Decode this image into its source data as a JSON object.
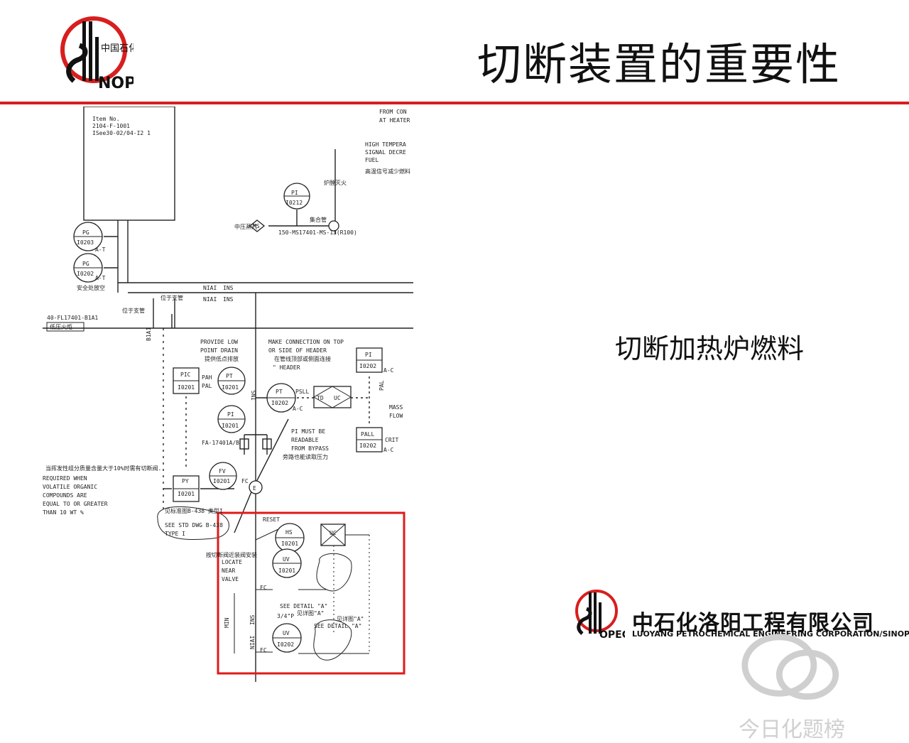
{
  "header": {
    "title": "切断装置的重要性",
    "accent_color": "#d81e1e"
  },
  "logo": {
    "brand": "SINOPEC",
    "brand_cn": "中国石化"
  },
  "body": {
    "subtitle": "切断加热炉燃料"
  },
  "footer": {
    "company_cn": "中石化洛阳工程有限公司",
    "company_en": "LUOYANG PETROCHEMICAL ENGINEERING CORPORATION/SINOPEC",
    "watermark": "今日化题榜"
  },
  "diagram": {
    "item_text": [
      "Item No.",
      "2104-F-1001",
      "ISee30-02/04-I2 1"
    ],
    "top_right_notes": [
      "FROM CON",
      "AT HEATER",
      "HIGH TEMPERA",
      "SIGNAL DECRE",
      "FUEL",
      "高温信号减少燃料"
    ],
    "pi_0212": [
      "PI",
      "I0212"
    ],
    "collect_pipe": "集合管",
    "side_cn": "炉膛灭火",
    "mp_steam": "中压蒸汽",
    "ms": "MS",
    "line_150": "150-MS17401-MS-13(R100)",
    "pg_0203": [
      "PG",
      "I0203"
    ],
    "pg_0202": [
      "PG",
      "I0202"
    ],
    "at_label": "A-T",
    "safety_cn": "安全处放空",
    "niai_ins": [
      "NIAI",
      "INS"
    ],
    "loc_cn": "位于支管",
    "line_40": "40-FL17401-B1A1",
    "fuel_box": "低压火炬",
    "b1a1": "B1A1",
    "low_drain": [
      "PROVIDE LOW",
      "POINT DRAIN",
      "提供低点排放"
    ],
    "make_conn": [
      "MAKE CONNECTION ON TOP",
      "OR SIDE OF HEADER",
      "在管线顶部或侧面连接",
      "\" HEADER"
    ],
    "pic": [
      "PIC",
      "I0201"
    ],
    "pah_pal": [
      "PAH",
      "PAL"
    ],
    "pt_0201": [
      "PT",
      "I0201"
    ],
    "pt_0202": [
      "PT",
      "I0202"
    ],
    "psll": "PSLL",
    "ac": "A-C",
    "td_uc": [
      "TD",
      "UC"
    ],
    "pi_0202": [
      "PI",
      "I0202"
    ],
    "pal": "PAL",
    "mass_flow": [
      "MASS",
      "FLOW"
    ],
    "pi_0201": [
      "PI",
      "I0201"
    ],
    "pi_note": [
      "PI MUST BE",
      "READABLE",
      "FROM BYPASS",
      "旁路也能读取压力"
    ],
    "pall": [
      "PALL",
      "I0202",
      "CRIT"
    ],
    "fa_label": "FA-17401A/B",
    "voc_cn": "当挥发性组分质量含量大于10%时需有切断阀.",
    "voc_en": [
      "REQUIRED WHEN",
      "VOLATILE ORGANIC",
      "COMPOUNDS ARE",
      "EQUAL TO OR GREATER",
      "THAN 10 WT %"
    ],
    "py": [
      "PY",
      "I0201"
    ],
    "fv": [
      "FV",
      "I0201"
    ],
    "fc": "FC",
    "e_label": "E",
    "std_cn": "见标准图B-438 类型I",
    "std_en": [
      "SEE STD DWG B-438",
      "TYPE I"
    ],
    "reset": "RESET",
    "hs": [
      "HS",
      "I0201"
    ],
    "uc2": "UC",
    "locate_cn": "按切断阀近装阀安装",
    "locate_en": [
      "LOCATE",
      "NEAR",
      "VALVE"
    ],
    "uv1": [
      "UV",
      "I0201"
    ],
    "uv2": [
      "UV",
      "I0202"
    ],
    "detail_a": [
      "SEE DETAIL \"A\"",
      "见详图\"A\""
    ],
    "detail_a2": [
      "见详图\"A\"",
      "SEE DETAIL \"A\""
    ],
    "p34": "3/4\"P",
    "min": "MIN",
    "ins": "INS",
    "niai": "NIAI",
    "highlight_color": "#e01a1a"
  }
}
